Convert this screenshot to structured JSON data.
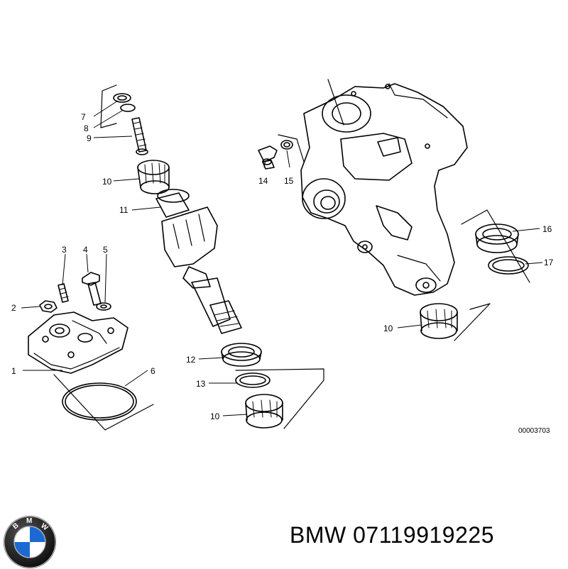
{
  "diagram": {
    "callouts": [
      "1",
      "2",
      "3",
      "4",
      "5",
      "6",
      "7",
      "8",
      "9",
      "10",
      "11",
      "12",
      "13",
      "14",
      "15",
      "16",
      "17"
    ],
    "reference_code": "00003703"
  },
  "logo": {
    "letters": "BMW",
    "colors": {
      "blue": "#1c69d4",
      "white": "#ffffff",
      "ring": "#111111"
    }
  },
  "footer": {
    "part_label": "BMW 07119919225"
  }
}
